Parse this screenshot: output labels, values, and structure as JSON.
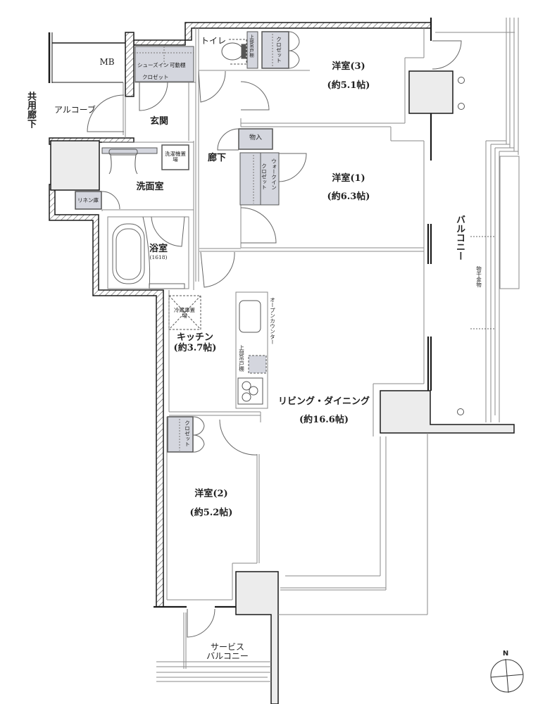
{
  "plan": {
    "type": "apartment floor plan",
    "colors": {
      "wall_line": "#1a1a1a",
      "thin_line": "#7a7a7a",
      "storage_fill": "#d4d6de",
      "pillar_fill": "#ececec",
      "background": "#ffffff"
    },
    "rooms": {
      "western3": {
        "name": "洋室(3)",
        "area": "(約5.1帖)"
      },
      "western1": {
        "name": "洋室(1)",
        "area": "(約6.3帖)"
      },
      "western2": {
        "name": "洋室(2)",
        "area": "(約5.2帖)"
      },
      "living": {
        "name": "リビング・ダイニング",
        "area": "(約16.6帖)"
      },
      "kitchen": {
        "name": "キッチン",
        "area": "(約3.7帖)"
      },
      "bath": {
        "name": "浴室",
        "size": "(1618)"
      },
      "washroom": {
        "name": "洗面室"
      },
      "entrance": {
        "name": "玄関"
      },
      "hallway": {
        "name": "廊下"
      },
      "toilet": {
        "name": "トイレ"
      },
      "alcove": {
        "name": "アルコーブ"
      },
      "mb": {
        "name": "MB"
      },
      "common_corridor": {
        "name": "共用廊下"
      },
      "balcony": {
        "name": "バルコニー"
      },
      "service_balcony": {
        "line1": "サービス",
        "line2": "バルコニー"
      }
    },
    "storage": {
      "shoes_in_1": "シューズイン",
      "shoes_in_2": "可動棚",
      "shoes_in_3": "クロゼット",
      "toilet_shelf": "上部吊戸棚",
      "closet_top": "クロゼット",
      "storage_room": "物入",
      "walk_in_closet_a": "クロゼット",
      "walk_in_closet_b": "ウォークイン",
      "linen": "リネン庫",
      "washer": "洗濯機置場",
      "fridge": "冷蔵庫置場",
      "counter": "オープンカウンター",
      "kitchen_shelf": "上部吊戸棚",
      "closet_w2": "クロゼット",
      "laundry_hardware": "物干金物"
    },
    "compass": {
      "label": "N"
    }
  }
}
